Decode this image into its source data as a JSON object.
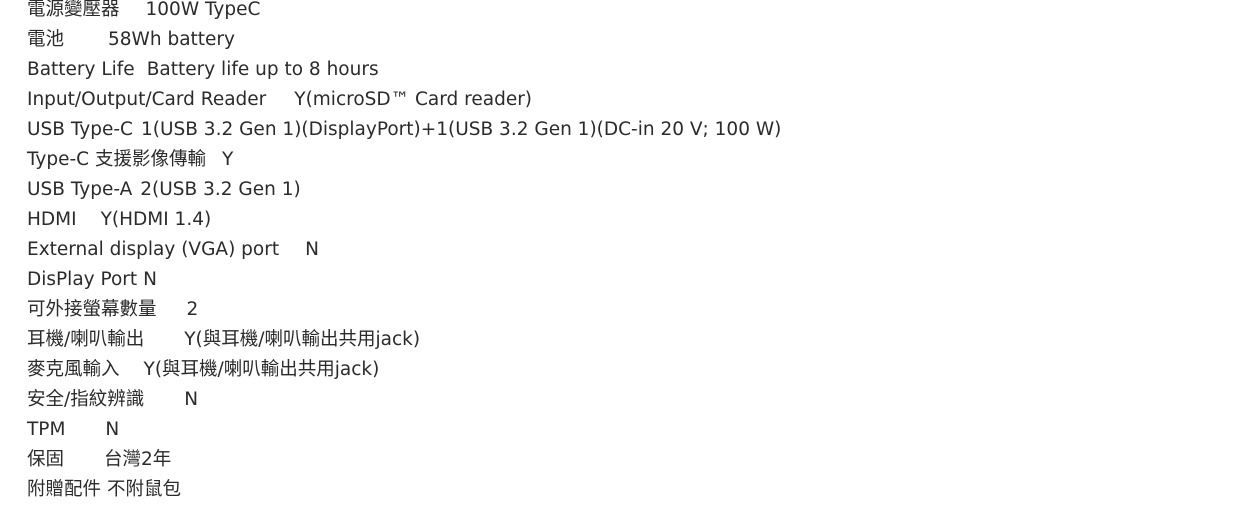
{
  "specs": [
    {
      "label": "電源變壓器",
      "value": "100W TypeC"
    },
    {
      "label": "電池",
      "value": "58Wh battery"
    },
    {
      "label": "Battery Life",
      "value": "Battery life up to 8 hours"
    },
    {
      "label": "Input/Output/Card Reader",
      "value": "Y(microSD™ Card reader)"
    },
    {
      "label": "USB Type-C",
      "value": "1(USB 3.2 Gen 1)(DisplayPort)+1(USB 3.2 Gen 1)(DC-in 20 V; 100 W)"
    },
    {
      "label": "Type-C 支援影像傳輸",
      "value": "Y"
    },
    {
      "label": "USB Type-A",
      "value": "2(USB 3.2 Gen 1)"
    },
    {
      "label": "HDMI",
      "value": "Y(HDMI 1.4)"
    },
    {
      "label": "External display (VGA) port",
      "value": "N"
    },
    {
      "label": "DisPlay Port",
      "value": "N"
    },
    {
      "label": "可外接螢幕數量",
      "value": "2"
    },
    {
      "label": "耳機/喇叭輸出",
      "value": "Y(與耳機/喇叭輸出共用jack)"
    },
    {
      "label": "麥克風輸入",
      "value": "Y(與耳機/喇叭輸出共用jack)"
    },
    {
      "label": "安全/指紋辨識",
      "value": "N"
    },
    {
      "label": "TPM",
      "value": "N"
    },
    {
      "label": "保固",
      "value": "台灣2年"
    },
    {
      "label": "附贈配件",
      "value": "不附鼠包"
    }
  ]
}
